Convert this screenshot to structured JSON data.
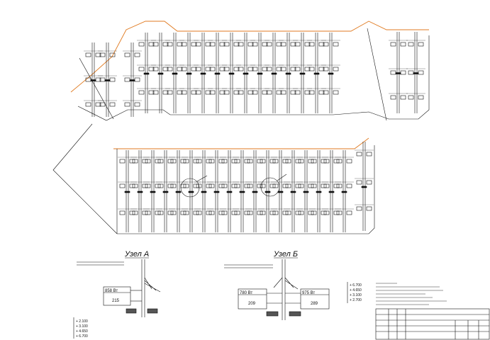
{
  "nodes": {
    "a": {
      "title": "Узел А",
      "power": "858 Вт",
      "room": "215"
    },
    "b": {
      "title": "Узел Б",
      "power_left": "780 Вт",
      "power_right": "975 Вт",
      "room_left": "209",
      "room_right": "289"
    }
  },
  "levels_a": [
    "+ 2.100",
    "+ 3.100",
    "+ 4.650",
    "+ 6.700"
  ],
  "levels_b": [
    "+ 6.700",
    "+ 4.650",
    "+ 3.100",
    "+ 2.700"
  ],
  "colors": {
    "line": "#111111",
    "pipe": "#e07a20",
    "bg": "#ffffff"
  }
}
